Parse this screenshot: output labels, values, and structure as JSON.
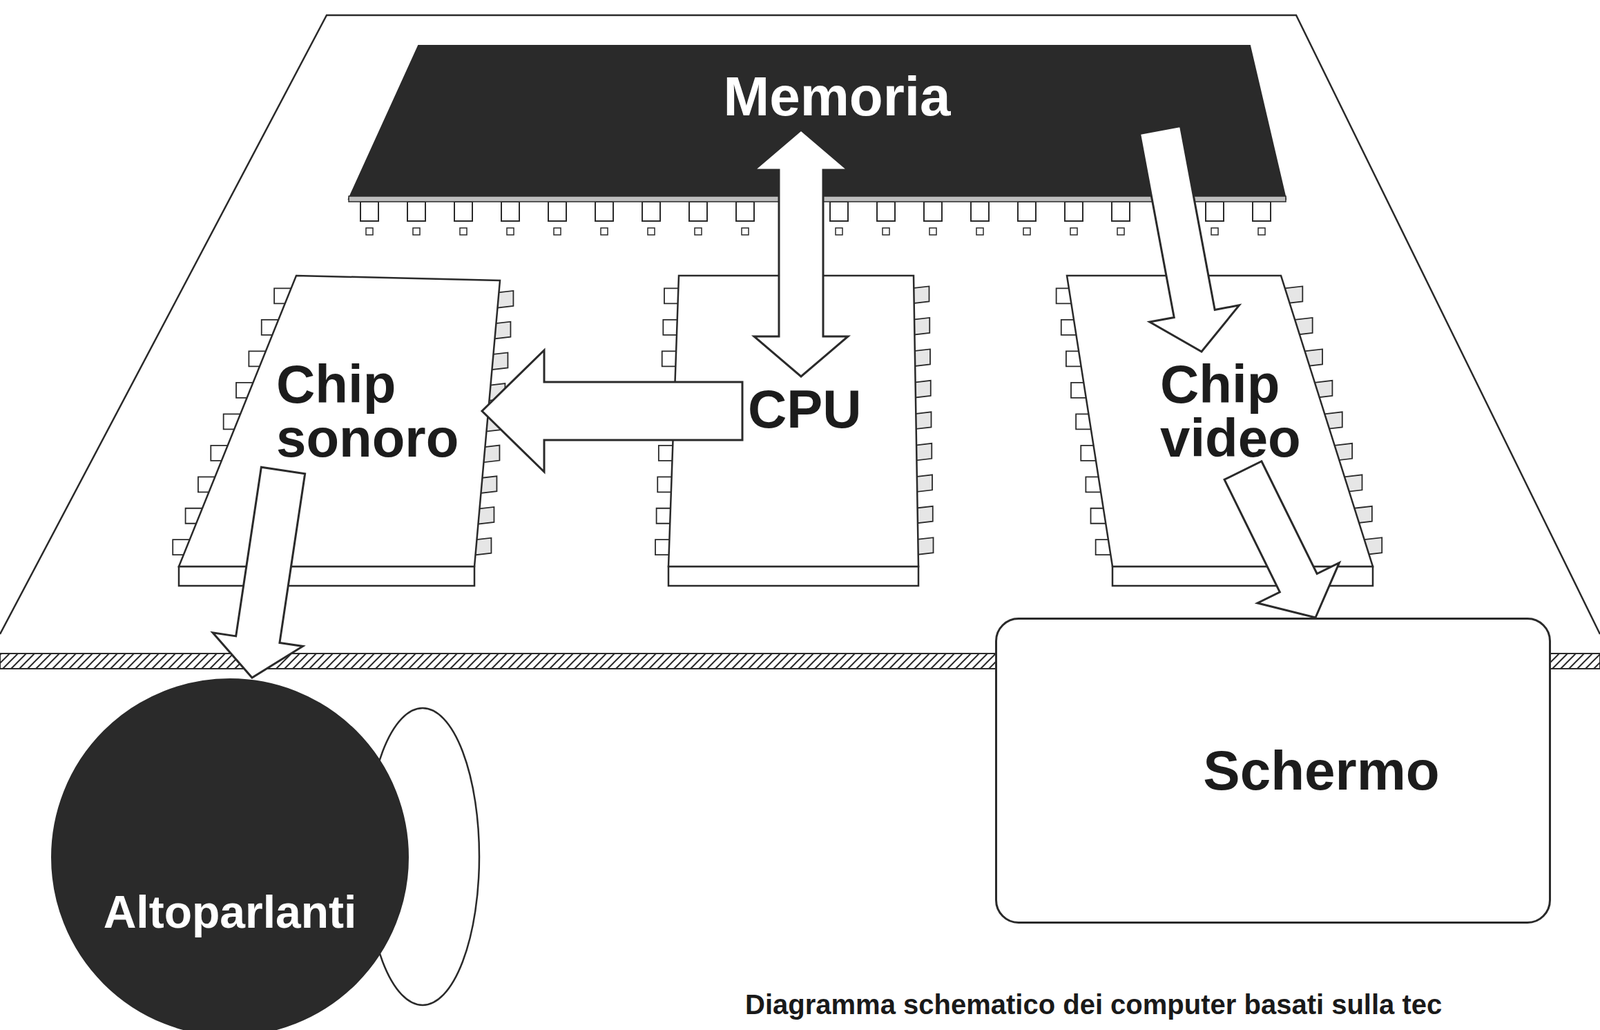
{
  "diagram": {
    "caption": "Diagramma schematico dei computer basati sulla tec",
    "nodes": [
      {
        "text": [
          "Memoria"
        ]
      },
      {
        "text": [
          "Chip sonoro"
        ]
      },
      {
        "text": [
          "CPU"
        ]
      },
      {
        "text": [
          "Chip video"
        ]
      },
      {
        "text": [
          "Altoparlanti"
        ]
      },
      {
        "text": [
          "Schermo"
        ]
      }
    ],
    "edges": [
      {
        "from": 0,
        "to": 2,
        "arrow": "both"
      },
      {
        "from": 0,
        "to": 3,
        "arrow": "to"
      },
      {
        "from": 2,
        "to": 1,
        "arrow": "to"
      },
      {
        "from": 1,
        "to": 4,
        "arrow": "to"
      },
      {
        "from": 3,
        "to": 5,
        "arrow": "to"
      }
    ]
  }
}
